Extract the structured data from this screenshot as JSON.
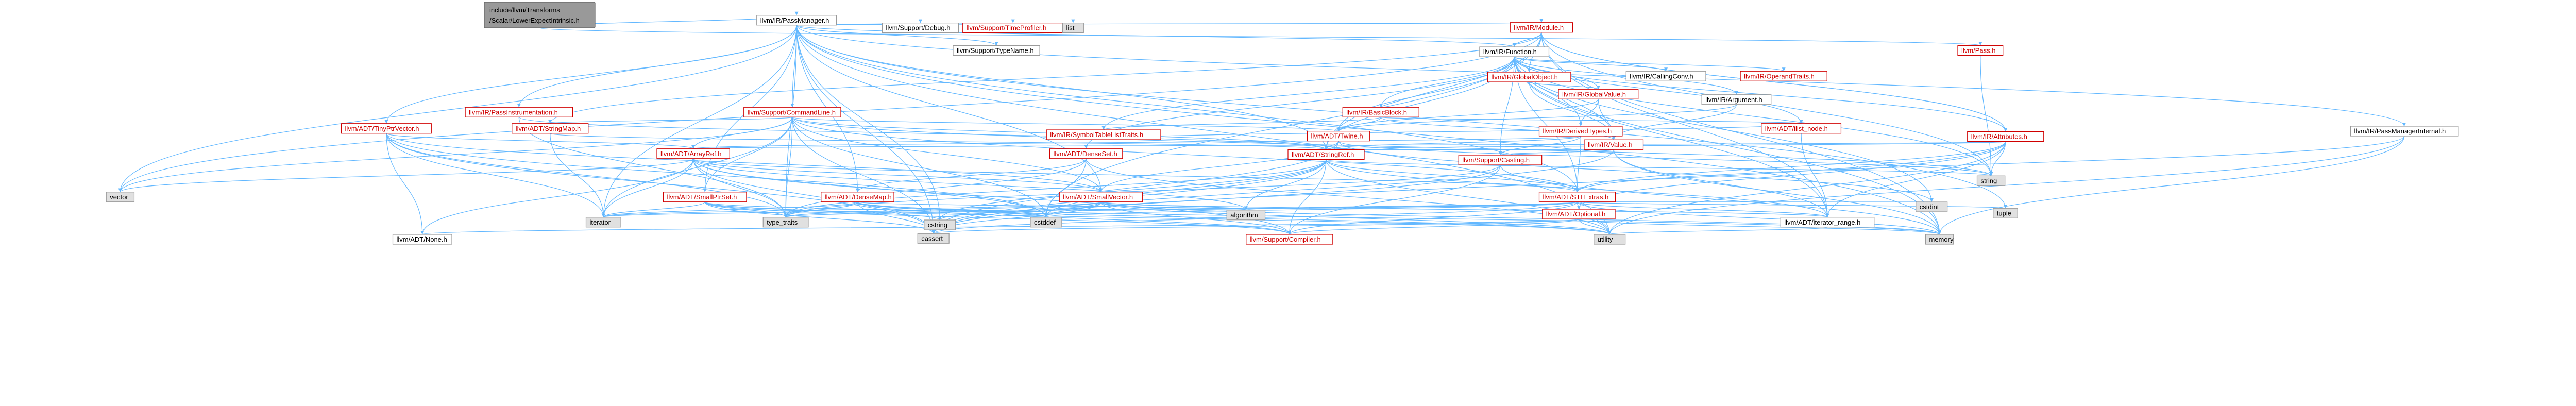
{
  "graph": {
    "root": {
      "id": "root",
      "label_lines": [
        "include/llvm/Transforms",
        "/Scalar/LowerExpectIntrinsic.h"
      ]
    },
    "nodes": [
      {
        "id": "PassManager",
        "label": "llvm/IR/PassManager.h",
        "style": "normal"
      },
      {
        "id": "Debug",
        "label": "llvm/Support/Debug.h",
        "style": "normal"
      },
      {
        "id": "TimeProfiler",
        "label": "llvm/Support/TimeProfiler.h",
        "style": "hl"
      },
      {
        "id": "list",
        "label": "list",
        "style": "sys"
      },
      {
        "id": "Module",
        "label": "llvm/IR/Module.h",
        "style": "hl"
      },
      {
        "id": "Function",
        "label": "llvm/IR/Function.h",
        "style": "normal"
      },
      {
        "id": "TypeName",
        "label": "llvm/Support/TypeName.h",
        "style": "normal"
      },
      {
        "id": "CallingConv",
        "label": "llvm/IR/CallingConv.h",
        "style": "normal"
      },
      {
        "id": "OperandTraits",
        "label": "llvm/IR/OperandTraits.h",
        "style": "hl"
      },
      {
        "id": "GlobalObject",
        "label": "llvm/IR/GlobalObject.h",
        "style": "hl"
      },
      {
        "id": "Pass",
        "label": "llvm/Pass.h",
        "style": "hl"
      },
      {
        "id": "PassInstrumentation",
        "label": "llvm/IR/PassInstrumentation.h",
        "style": "hl"
      },
      {
        "id": "CommandLine",
        "label": "llvm/Support/CommandLine.h",
        "style": "hl"
      },
      {
        "id": "BasicBlock",
        "label": "llvm/IR/BasicBlock.h",
        "style": "hl"
      },
      {
        "id": "GlobalValue",
        "label": "llvm/IR/GlobalValue.h",
        "style": "hl"
      },
      {
        "id": "Argument",
        "label": "llvm/IR/Argument.h",
        "style": "normal"
      },
      {
        "id": "PassManagerInternal",
        "label": "llvm/IR/PassManagerInternal.h",
        "style": "normal"
      },
      {
        "id": "StringMap",
        "label": "llvm/ADT/StringMap.h",
        "style": "hl"
      },
      {
        "id": "TinyPtrVector",
        "label": "llvm/ADT/TinyPtrVector.h",
        "style": "hl"
      },
      {
        "id": "SymbolTableListTraits",
        "label": "llvm/IR/SymbolTableListTraits.h",
        "style": "hl"
      },
      {
        "id": "Twine",
        "label": "llvm/ADT/Twine.h",
        "style": "hl"
      },
      {
        "id": "DerivedTypes",
        "label": "llvm/IR/DerivedTypes.h",
        "style": "hl"
      },
      {
        "id": "Value",
        "label": "llvm/IR/Value.h",
        "style": "hl"
      },
      {
        "id": "ilist_node",
        "label": "llvm/ADT/ilist_node.h",
        "style": "hl"
      },
      {
        "id": "Attributes",
        "label": "llvm/IR/Attributes.h",
        "style": "hl"
      },
      {
        "id": "ArrayRef",
        "label": "llvm/ADT/ArrayRef.h",
        "style": "hl"
      },
      {
        "id": "DenseSet",
        "label": "llvm/ADT/DenseSet.h",
        "style": "hl"
      },
      {
        "id": "StringRef",
        "label": "llvm/ADT/StringRef.h",
        "style": "hl"
      },
      {
        "id": "Casting",
        "label": "llvm/Support/Casting.h",
        "style": "hl"
      },
      {
        "id": "vector",
        "label": "vector",
        "style": "sys"
      },
      {
        "id": "SmallPtrSet",
        "label": "llvm/ADT/SmallPtrSet.h",
        "style": "hl"
      },
      {
        "id": "DenseMap",
        "label": "llvm/ADT/DenseMap.h",
        "style": "hl"
      },
      {
        "id": "SmallVector",
        "label": "llvm/ADT/SmallVector.h",
        "style": "hl"
      },
      {
        "id": "STLExtras",
        "label": "llvm/ADT/STLExtras.h",
        "style": "hl"
      },
      {
        "id": "string",
        "label": "string",
        "style": "sys"
      },
      {
        "id": "cstdint",
        "label": "cstdint",
        "style": "sys"
      },
      {
        "id": "iterator",
        "label": "iterator",
        "style": "sys"
      },
      {
        "id": "type_traits",
        "label": "type_traits",
        "style": "sys"
      },
      {
        "id": "cstring",
        "label": "cstring",
        "style": "sys"
      },
      {
        "id": "cstddef",
        "label": "cstddef",
        "style": "sys"
      },
      {
        "id": "algorithm",
        "label": "algorithm",
        "style": "sys"
      },
      {
        "id": "Optional",
        "label": "llvm/ADT/Optional.h",
        "style": "hl"
      },
      {
        "id": "iterator_range",
        "label": "llvm/ADT/iterator_range.h",
        "style": "normal"
      },
      {
        "id": "tuple",
        "label": "tuple",
        "style": "sys"
      },
      {
        "id": "None",
        "label": "llvm/ADT/None.h",
        "style": "normal"
      },
      {
        "id": "cassert",
        "label": "cassert",
        "style": "sys"
      },
      {
        "id": "Compiler",
        "label": "llvm/Support/Compiler.h",
        "style": "hl"
      },
      {
        "id": "utility",
        "label": "utility",
        "style": "sys"
      },
      {
        "id": "memory",
        "label": "memory",
        "style": "sys"
      }
    ]
  }
}
